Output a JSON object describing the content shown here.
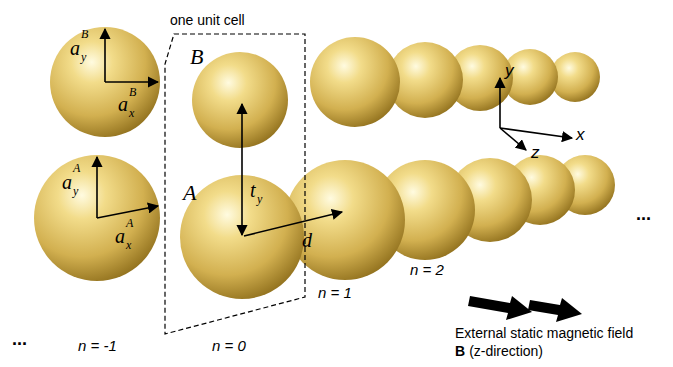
{
  "diagram": {
    "nodes": [
      {
        "text": [
          "one unit cell"
        ]
      }
    ],
    "labels": [
      "a",
      "y",
      "B",
      "a",
      "x",
      "B",
      "a",
      "y",
      "A",
      "a",
      "x",
      "A",
      "B",
      "A",
      "t",
      "y",
      "d",
      "y",
      "x",
      "z",
      "n = -1",
      "n = 0",
      "n = 1",
      "n = 2",
      "External static magnetic field",
      "B",
      "(z-direction)",
      "...",
      "..."
    ]
  }
}
